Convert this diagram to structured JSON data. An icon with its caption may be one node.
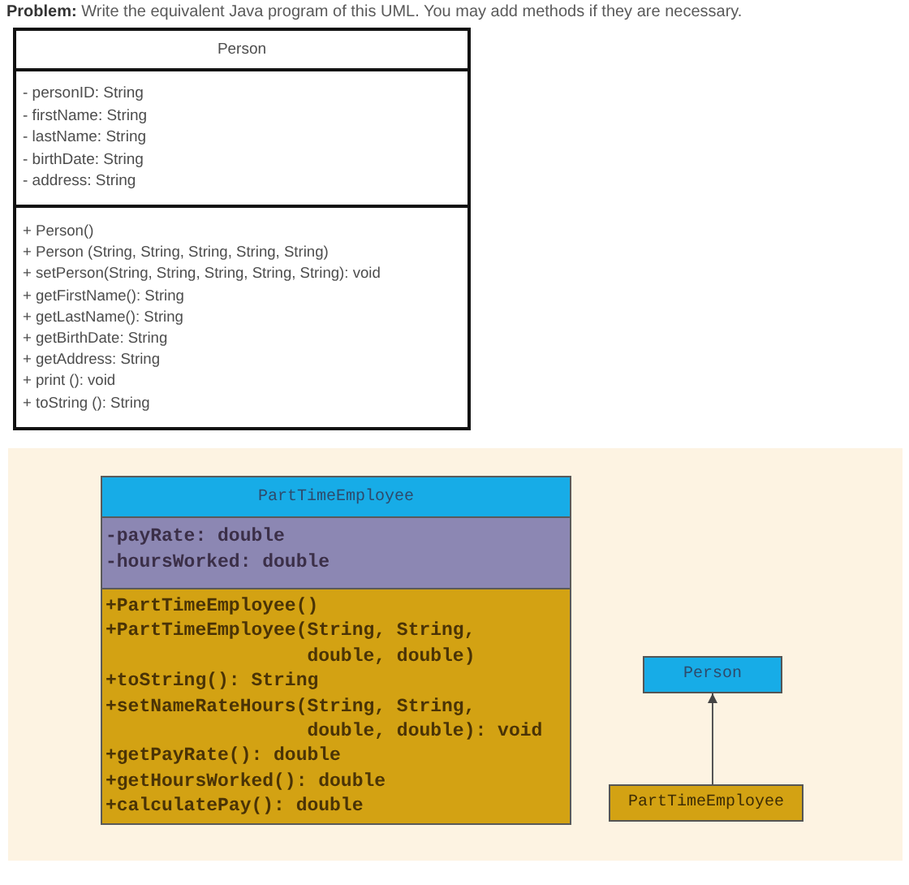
{
  "diagram": {
    "title": "**Problem:** Write the equivalent Java program of this UML. You may add methods if they are necessary.",
    "nodes": [
      {
        "text": [
          "Person"
        ]
      },
      {
        "text": [
          "- personID: String",
          "- firstName: String",
          "- lastName: String",
          "- birthDate: String",
          "- address: String"
        ],
        "in": 0
      },
      {
        "text": [
          "+ Person()",
          "+ Person (String, String, String, String, String)",
          "+ setPerson(String, String, String, String, String): void",
          "+ getFirstName(): String",
          "+ getLastName(): String",
          "+ getBirthDate: String",
          "+ getAddress: String",
          "+ print (): void",
          "+ toString (): String"
        ],
        "in": 0
      },
      {
        "text": [
          "PartTimeEmployee"
        ]
      },
      {
        "text": [
          "-payRate: double",
          "-hoursWorked: double"
        ],
        "in": 3
      },
      {
        "text": [
          "+PartTimeEmployee()",
          "+PartTimeEmployee(String, String, double, double)",
          "+toString(): String",
          "+setNameRateHours(String, String, double, double): void",
          "+getPayRate(): double",
          "+getHoursWorked(): double",
          "+calculatePay(): double"
        ],
        "in": 3
      },
      {
        "text": [
          "Person"
        ]
      },
      {
        "text": [
          "PartTimeEmployee"
        ]
      }
    ],
    "edges": [
      {
        "from": 7,
        "to": 6,
        "arrow": "to"
      }
    ]
  }
}
